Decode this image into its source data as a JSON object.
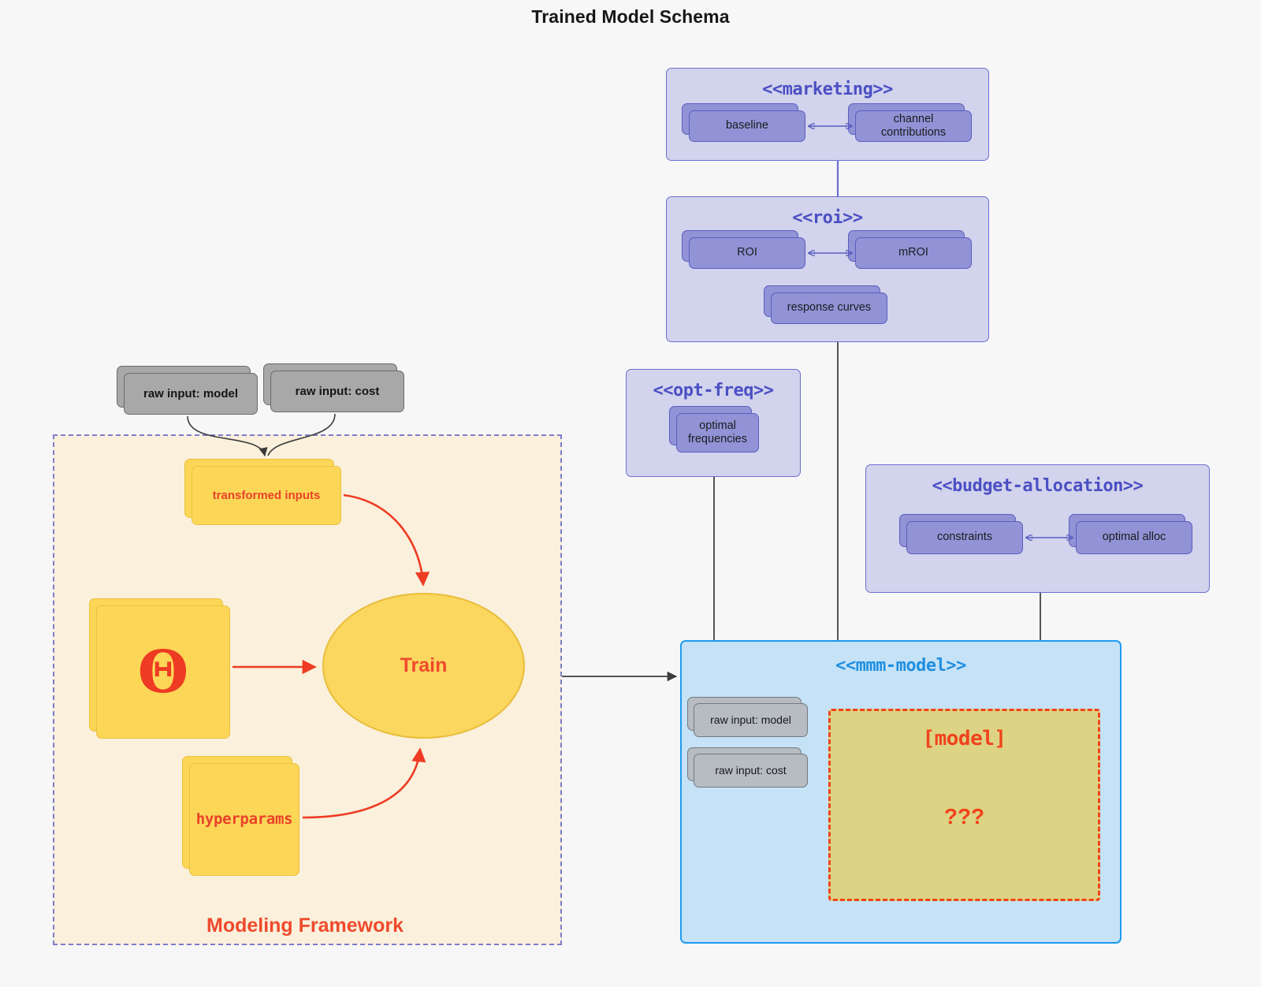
{
  "title": "Trained Model Schema",
  "colors": {
    "background": "#f7f7f7",
    "package_fill": "#d2d3ec",
    "package_stroke": "#6c6fcf",
    "package_title": "#4b4fc4",
    "card_purple_fill": "#9193d6",
    "card_grey_fill": "#a8a8a8",
    "card_yellow_fill": "#fcd757",
    "framework_fill": "#faf0dc",
    "framework_stroke": "#7b7ecb",
    "accent_red": "#ef4a2c",
    "blue_package_fill": "#c5e2f7",
    "blue_package_stroke": "#1e9bf0",
    "blue_package_title": "#1f8fe0",
    "model_box_fill": "#ddd384",
    "model_box_stroke": "#f0431c"
  },
  "packages": {
    "marketing": {
      "title": "<<marketing>>",
      "nodes": [
        {
          "label": "baseline"
        },
        {
          "label": "channel contributions"
        }
      ]
    },
    "roi": {
      "title": "<<roi>>",
      "nodes": [
        {
          "label": "ROI"
        },
        {
          "label": "mROI"
        },
        {
          "label": "response curves"
        }
      ]
    },
    "opt_freq": {
      "title": "<<opt-freq>>",
      "nodes": [
        {
          "label": "optimal\nfrequencies"
        }
      ]
    },
    "budget_allocation": {
      "title": "<<budget-allocation>>",
      "nodes": [
        {
          "label": "constraints"
        },
        {
          "label": "optimal alloc"
        }
      ]
    },
    "mmm_model": {
      "title": "<<mmm-model>>",
      "nodes": [
        {
          "label": "raw input: model"
        },
        {
          "label": "raw input: cost"
        }
      ],
      "model_placeholder": {
        "title": "[model]",
        "body": "???"
      }
    }
  },
  "framework": {
    "label": "Modeling Framework",
    "raw_inputs": [
      {
        "label": "raw input: model"
      },
      {
        "label": "raw input: cost"
      }
    ],
    "transformed_inputs": {
      "label": "transformed inputs"
    },
    "theta": {
      "label": "Θ"
    },
    "hyperparams": {
      "label": "hyperparams"
    },
    "train": {
      "label": "Train"
    }
  }
}
